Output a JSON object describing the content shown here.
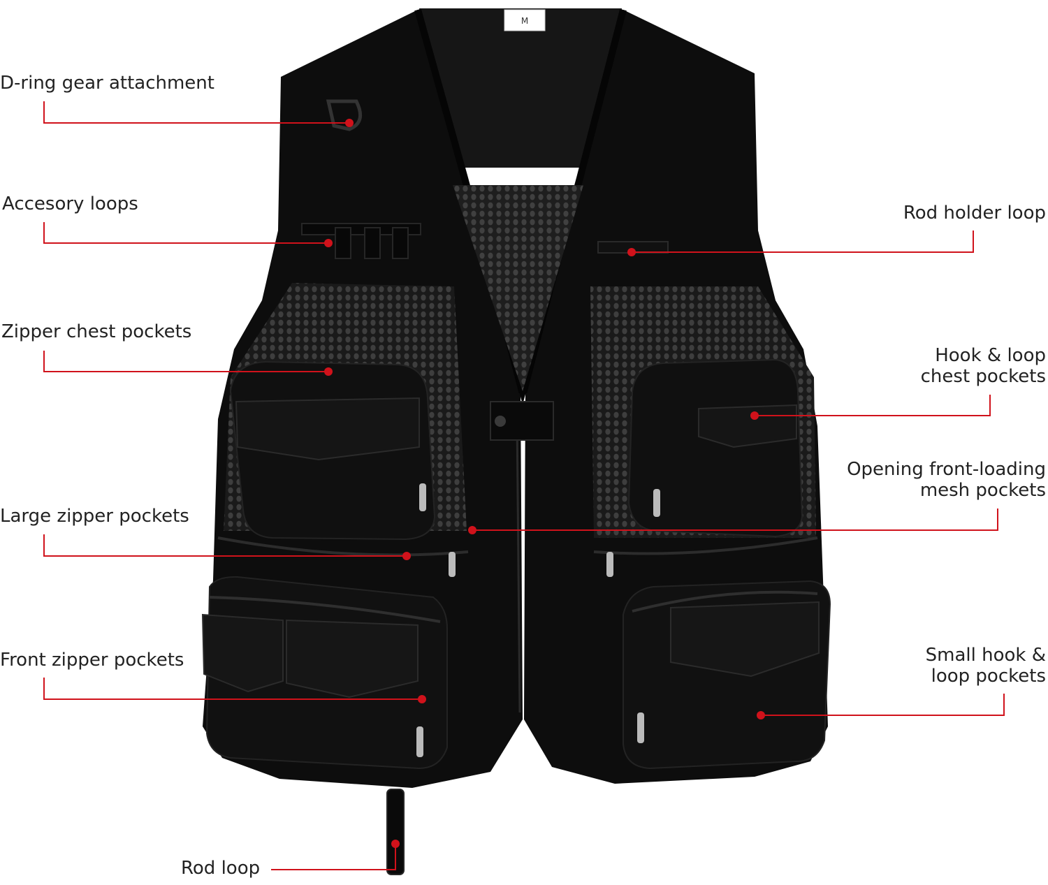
{
  "colors": {
    "accent": "#d0121b",
    "garment": "#0d0d0d",
    "text": "#222222",
    "background": "#ffffff"
  },
  "size_tag": "M",
  "callouts": {
    "d_ring": "D-ring gear attachment",
    "accessory_loops": "Accesory loops",
    "zipper_chest": "Zipper chest pockets",
    "large_zipper": "Large zipper pockets",
    "front_zipper": "Front zipper pockets",
    "rod_loop": "Rod loop",
    "rod_holder": "Rod holder loop",
    "hook_loop_chest": [
      "Hook & loop",
      "chest pockets"
    ],
    "mesh_pockets": [
      "Opening front-loading",
      "mesh pockets"
    ],
    "small_hook": [
      "Small hook &",
      "loop pockets"
    ]
  }
}
